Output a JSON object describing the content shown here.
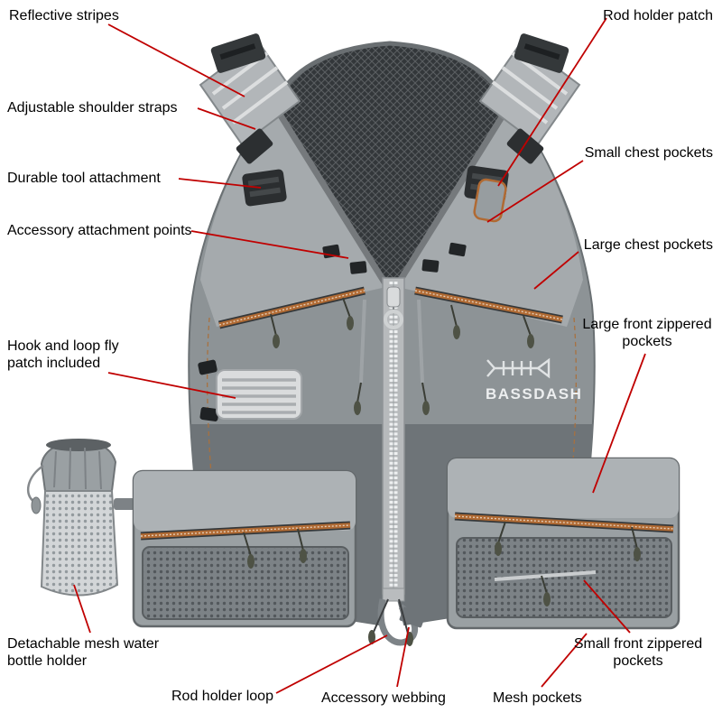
{
  "brand": "BASSDASH",
  "callouts": {
    "reflective_stripes": "Reflective stripes",
    "rod_holder_patch": "Rod holder patch",
    "adjustable_shoulder_straps": "Adjustable shoulder straps",
    "durable_tool_attachment": "Durable tool attachment",
    "accessory_attachment_points": "Accessory attachment points",
    "small_chest_pockets": "Small chest pockets",
    "large_chest_pockets": "Large chest pockets",
    "large_front_zippered_pockets": "Large front zippered pockets",
    "hook_and_loop_fly_patch": "Hook and loop fly patch included",
    "detachable_mesh_water_bottle_holder": "Detachable mesh water bottle holder",
    "small_front_zippered_pockets": "Small front zippered pockets",
    "rod_holder_loop": "Rod holder loop",
    "accessory_webbing": "Accessory webbing",
    "mesh_pockets": "Mesh pockets"
  },
  "colors": {
    "background": "#ffffff",
    "callout_line": "#c00000",
    "label_text": "#000000",
    "vest_gray_light": "#adb2b5",
    "vest_gray_mid": "#8d9396",
    "vest_gray_dark": "#6e7478",
    "zipper_accent_orange": "#b06a33",
    "mesh_dark": "#33373a"
  }
}
